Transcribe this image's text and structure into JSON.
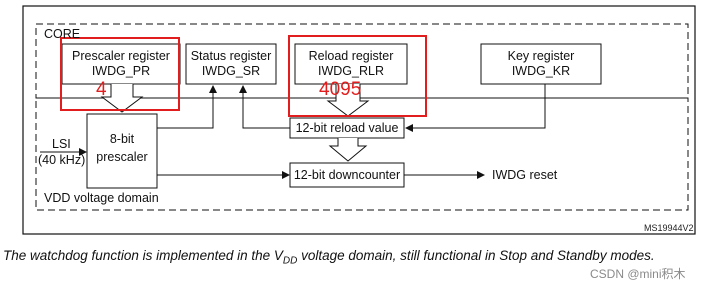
{
  "core_label": "CORE",
  "registers": {
    "prescaler": {
      "line1": "Prescaler register",
      "line2": "IWDG_PR"
    },
    "status": {
      "line1": "Status register",
      "line2": "IWDG_SR"
    },
    "reload": {
      "line1": "Reload register",
      "line2": "IWDG_RLR"
    },
    "key": {
      "line1": "Key register",
      "line2": "IWDG_KR"
    }
  },
  "blocks": {
    "prescaler_block": {
      "line1": "8-bit",
      "line2": "prescaler"
    },
    "reload_value": "12-bit reload value",
    "downcounter": "12-bit downcounter"
  },
  "signals": {
    "lsi_line1": "LSI",
    "lsi_line2": "(40 kHz)",
    "reset": "IWDG reset"
  },
  "domain_label": "VDD voltage domain",
  "annotations": {
    "prescaler_value": "4",
    "reload_value": "4095"
  },
  "highlight_color": "#e21d1d",
  "figure_ref": "MS19944V2",
  "caption": {
    "part1": "The watchdog function is implemented in the V",
    "sub": "DD",
    "part2": " voltage domain, still functional in Stop and Standby modes."
  },
  "watermark": "CSDN @mini积木"
}
